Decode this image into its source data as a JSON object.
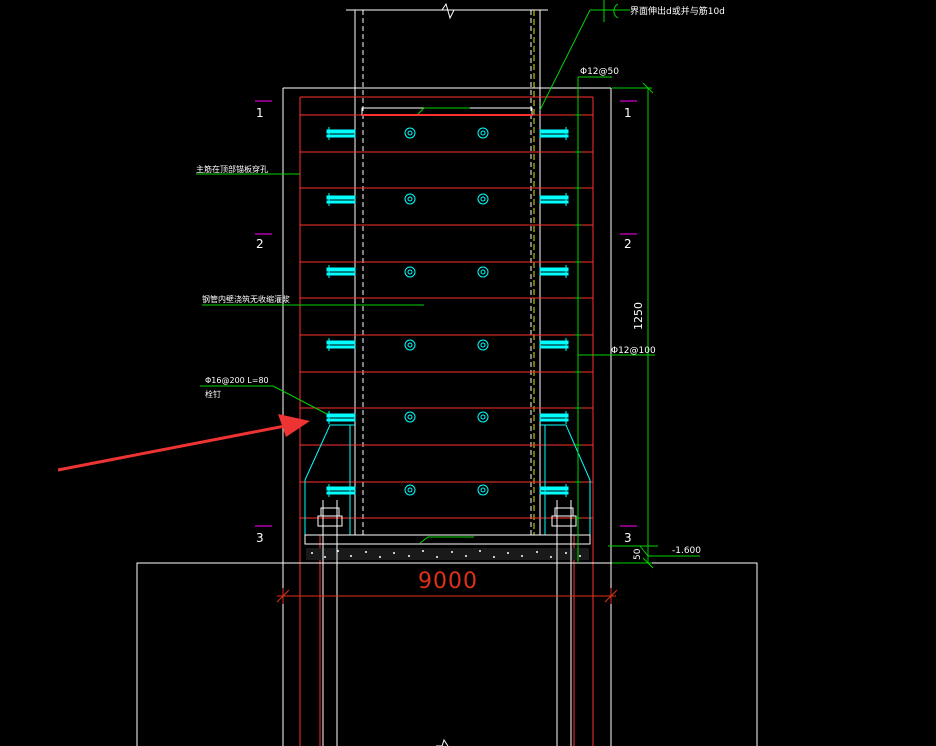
{
  "colors": {
    "background": "#000000",
    "white": "#ffffff",
    "red": "#ff3030",
    "dimension": "#e03018",
    "green": "#00d200",
    "yellow": "#e6e600",
    "cyan": "#00ffff",
    "magenta": "#ff00ff",
    "arrow": "#ee3333"
  },
  "section_labels": {
    "left": [
      "1",
      "2",
      "3"
    ],
    "right": [
      "1",
      "2",
      "3"
    ]
  },
  "annotations": {
    "top_right_note": "界面伸出d或并与筋10d",
    "top_rebar": "Φ12@50",
    "main_rebar": "Φ12@100",
    "height_dim": "1250",
    "elevation": "-1.600",
    "small_dim": "50",
    "width_dim": "9000",
    "left_note_1": "主筋在顶部锚板穿孔",
    "left_note_2": "钢管内壁浇筑无收缩灌浆",
    "stud_spec": "Φ16@200 L=80",
    "stud_name": "栓钉"
  },
  "icons": {
    "break_mark": "break-line-icon",
    "pointer": "red-arrow-pointer-icon",
    "anchor_bolt": "anchor-bolt-icon",
    "stud": "shear-stud-icon"
  }
}
